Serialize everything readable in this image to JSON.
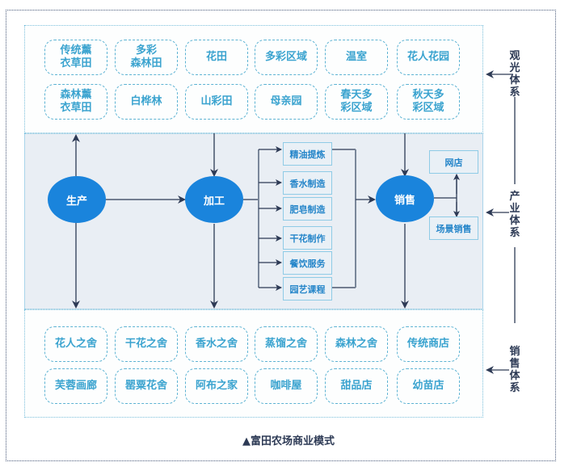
{
  "tourism_system": {
    "label": "观光体系",
    "items": [
      "传统薰\n衣草田",
      "多彩\n森林田",
      "花田",
      "多彩区域",
      "温室",
      "花人花园",
      "森林薰\n衣草田",
      "白桦林",
      "山彩田",
      "母亲园",
      "春天多\n彩区域",
      "秋天多\n彩区域"
    ]
  },
  "industry_system": {
    "label": "产业体系",
    "nodes": {
      "production": "生产",
      "processing": "加工",
      "sales": "销售"
    },
    "processing_items": [
      "精油提炼",
      "香水制造",
      "肥皂制造",
      "干花制作",
      "餐饮服务",
      "园艺课程"
    ],
    "sales_channels": [
      "网店",
      "场景销售"
    ]
  },
  "sales_system": {
    "label": "销售体系",
    "items": [
      "花人之舍",
      "干花之舍",
      "香水之舍",
      "蒸馏之舍",
      "森林之舍",
      "传统商店",
      "芙蓉画廊",
      "罂粟花舍",
      "阿布之家",
      "咖啡屋",
      "甜品店",
      "幼苗店"
    ]
  },
  "caption": "▲富田农场商业模式",
  "colors": {
    "node_fill": "#1a84dc",
    "tile_text": "#3aa3cf",
    "process_text": "#2485c9",
    "arrow": "#2d3a55",
    "band_bg": "#e9eef4"
  }
}
